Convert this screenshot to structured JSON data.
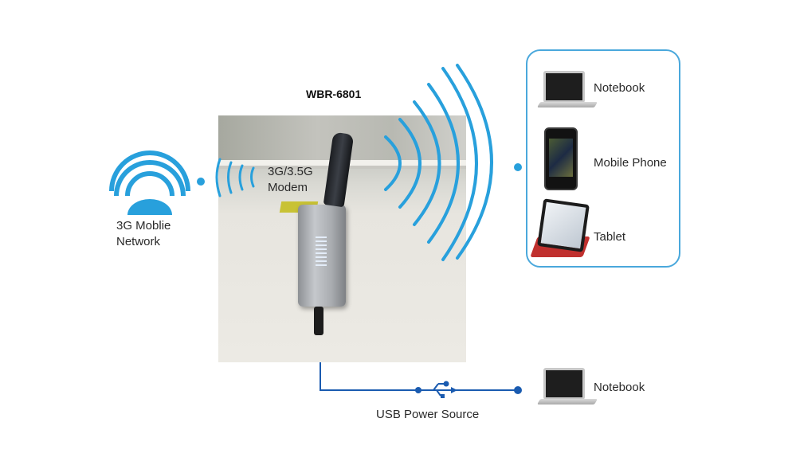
{
  "device": {
    "title": "WBR-6801"
  },
  "network": {
    "label_line1": "3G Moblie",
    "label_line2": "Network"
  },
  "modem": {
    "label_line1": "3G/3.5G",
    "label_line2": "Modem"
  },
  "wireless_clients": [
    {
      "label": "Notebook",
      "icon": "notebook-icon"
    },
    {
      "label": "Mobile Phone",
      "icon": "mobile-phone-icon"
    },
    {
      "label": "Tablet",
      "icon": "tablet-icon"
    }
  ],
  "usb": {
    "label": "USB Power Source",
    "icon": "usb-icon"
  },
  "wired_client": {
    "label": "Notebook",
    "icon": "notebook-icon"
  },
  "colors": {
    "signal": "#28a0dc",
    "usb_line": "#1a5bb0",
    "panel_border": "#4aa8dc"
  }
}
